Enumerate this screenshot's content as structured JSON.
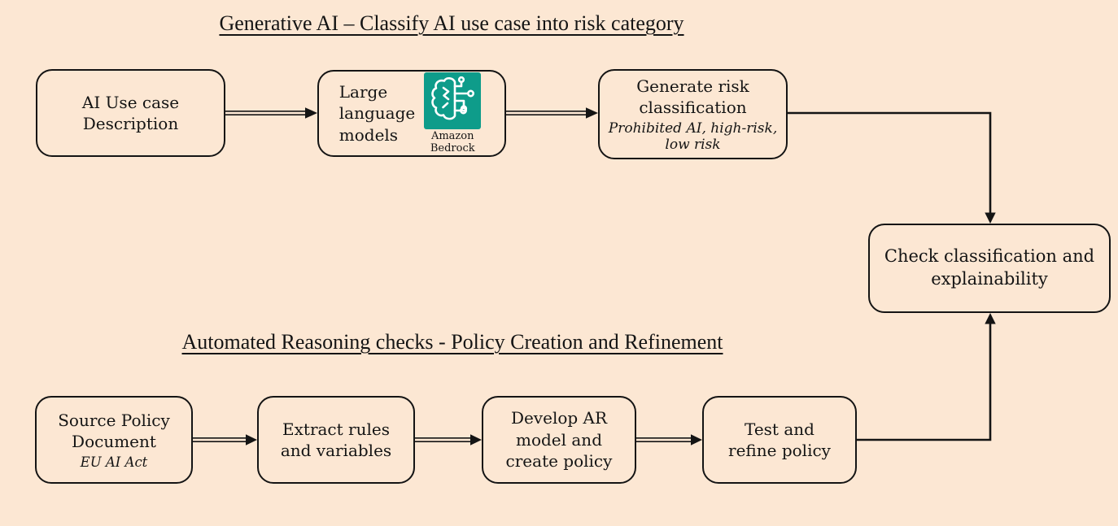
{
  "canvas": {
    "background_color": "#FCE7D3",
    "line_color": "#141414"
  },
  "sections": {
    "generative_ai": {
      "title": "Generative AI – Classify AI use case into risk category"
    },
    "automated_reasoning": {
      "title": "Automated Reasoning checks - Policy Creation and Refinement"
    }
  },
  "nodes": {
    "ai_use_case": {
      "label": "AI Use case\nDescription"
    },
    "llm": {
      "label": "Large\nlanguage\nmodels",
      "icon": "amazon-bedrock-icon",
      "icon_caption": "Amazon\nBedrock",
      "icon_color": "#0E9C8A"
    },
    "generate_risk": {
      "label": "Generate risk\nclassification",
      "sublabel": "Prohibited AI, high-risk,\nlow risk"
    },
    "check_classification": {
      "label": "Check classification and\nexplainability"
    },
    "source_policy": {
      "label": "Source Policy\nDocument",
      "sublabel": "EU AI Act"
    },
    "extract_rules": {
      "label": "Extract rules\nand variables"
    },
    "develop_ar": {
      "label": "Develop AR\nmodel and\ncreate policy"
    },
    "test_refine": {
      "label": "Test and\nrefine policy"
    }
  }
}
